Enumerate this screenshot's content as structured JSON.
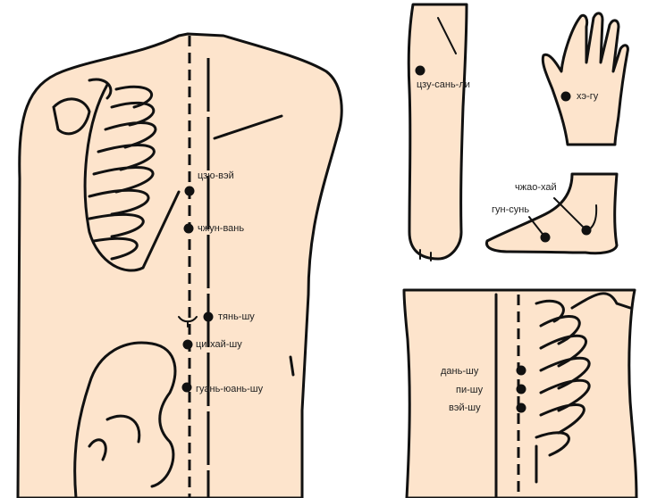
{
  "points": {
    "torso": [
      {
        "label": "цзю-вэй"
      },
      {
        "label": "чжун-вань"
      },
      {
        "label": "тянь-шу"
      },
      {
        "label": "ци-хай-шу"
      },
      {
        "label": "гуань-юань-шу"
      }
    ],
    "leg": {
      "label": "цзу-сань-ли"
    },
    "hand": {
      "label": "хэ-гу"
    },
    "foot": [
      {
        "label": "чжао-хай"
      },
      {
        "label": "гун-сунь"
      }
    ],
    "back": [
      {
        "label": "дань-шу"
      },
      {
        "label": "пи-шу"
      },
      {
        "label": "вэй-шу"
      }
    ]
  },
  "colors": {
    "skin": "#fde4cc",
    "ink": "#111111"
  }
}
